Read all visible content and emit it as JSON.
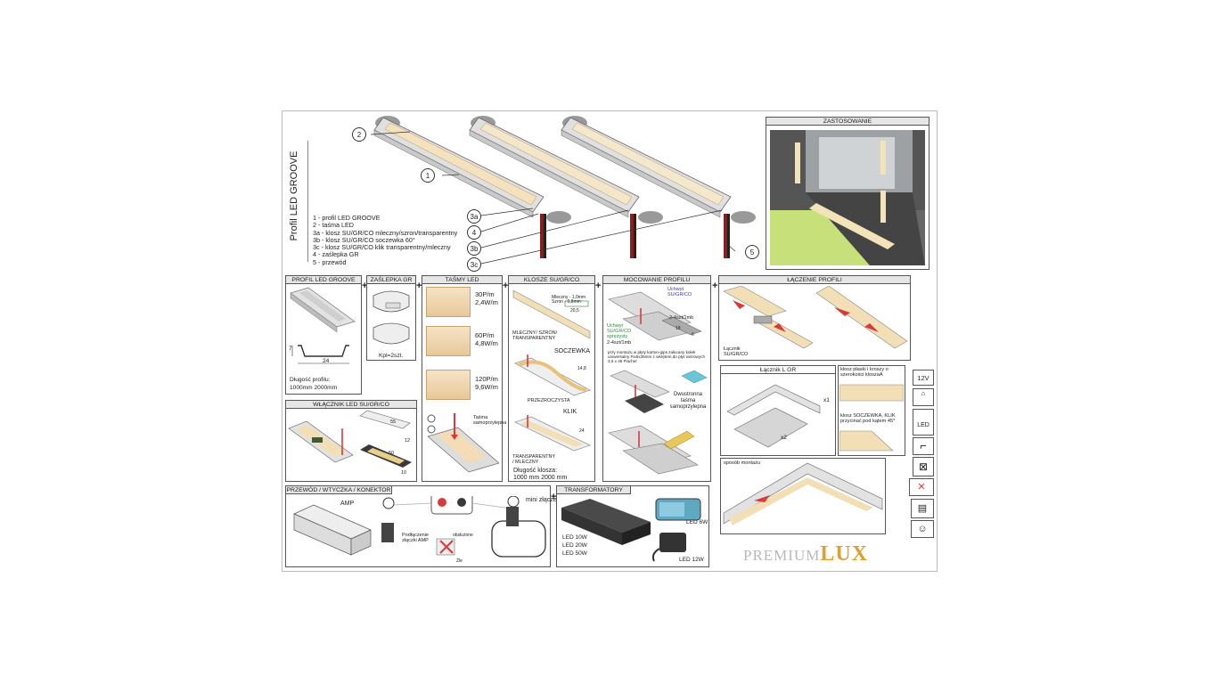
{
  "header": {
    "vertical_title": "Profil LED GROOVE",
    "legend": [
      "1 - profil LED GROOVE",
      "2 - taśma LED",
      "3a - klosz SU/GR/CO mleczny/szron/transparentny",
      "3b - klosz SU/GR/CO soczewka 60°",
      "3c - klosz SU/GR/CO klik transparentny/mleczny",
      "4 - zaślepka GR",
      "5 - przewód"
    ],
    "callouts": [
      "2",
      "1",
      "3a",
      "4",
      "3b",
      "3c",
      "5"
    ]
  },
  "panels": {
    "zastosowanie": {
      "title": "ZASTOSOWANIE"
    },
    "profil": {
      "title": "PROFIL LED GROOVE",
      "dim_h": "7",
      "dim_w": "24",
      "length_label": "Długość profilu:",
      "lengths": "1000mm  2000mm"
    },
    "zaslepka": {
      "title": "ZAŚLEPKA GR",
      "kpl": "Kpl=2szt."
    },
    "tasmy": {
      "title": "TAŚMY LED",
      "t1": "30P/m",
      "t1b": "2,4W/m",
      "t2": "60P/m",
      "t2b": "4,8W/m",
      "t3": "120P/m",
      "t3b": "9,6W/m",
      "tape_note": "Taśma samoprzylepna"
    },
    "klosze": {
      "title": "KLOSZE SU/GR/CO",
      "spec1": "Mleczny - 1,0mm",
      "spec2": "Szron - 0,8mm",
      "dim1": "20,5",
      "lbl1": "MLECZNY/ SZRON/ TRANSPARENTNY",
      "soczewka": "SOCZEWKA",
      "dim2": "14,8",
      "lbl2": "PRZEZROCZYSTA",
      "klik": "KLIK",
      "dim3": "24",
      "lbl3": "TRANSPARENTNY / MLECZNY",
      "length_label": "Długość klosza:",
      "lengths": "1000 mm 2000 mm"
    },
    "mocowanie": {
      "title": "MOCOWANIE PROFILU",
      "uchwyt1": "Uchwyt SU/GR/CO",
      "uchwyt1b": "2-4szt/1mb",
      "uchwyt2": "Uchwyt SU/GR/CO sprężysty",
      "uchwyt2b": "2-4szt/1mb",
      "note": "przy montażu w płyty karton-gips zalecany kołek uniwersalny Fix6x35mm z wkrętem do płyt wiórowych 3,5 x 45 Flacher",
      "tape_label": "Dwustronna taśma samoprzylepna",
      "dim_a": "18",
      "dim_b": "6"
    },
    "laczenie": {
      "title": "ŁĄCZENIE PROFILI",
      "lacznik": "Łącznik SU/GR/CO",
      "lacznik_l": "Łącznik L GR",
      "x1": "x1",
      "x2": "x2",
      "sposob": "sposób montażu",
      "note1": "klosz płaski i kroszy o szerokości kloszaA",
      "note2": "klosz SOCZEWKA, KLIK przycinać pod kątem 45°"
    },
    "wlacznik": {
      "title": "WŁĄCZNIK LED SU/GR/CO",
      "d1": "55",
      "d2": "50",
      "d3": "12",
      "d4": "10"
    },
    "przewod": {
      "title": "PRZEWÓD / WTYCZKA / KONEKTOR",
      "amp": "AMP",
      "mini": "mini złącze",
      "podl": "Podłączenie złączki AMP",
      "obsl": "obsłużone",
      "zle": "Źle"
    },
    "transformatory": {
      "title": "TRANSFORMATORY",
      "l1": "LED 10W",
      "l2": "LED 20W",
      "l3": "LED 50W",
      "l6": "LED 6W",
      "l12": "LED 12W"
    }
  },
  "icons": {
    "v12": "12V",
    "led": "LED"
  },
  "brand": {
    "premium": "PREMIUM",
    "lux": "LUX",
    "accent": "#e0a030"
  },
  "colors": {
    "tape": "#f1d9b4",
    "arrow": "#d83a3a",
    "green_wall": "#c7e07a"
  }
}
